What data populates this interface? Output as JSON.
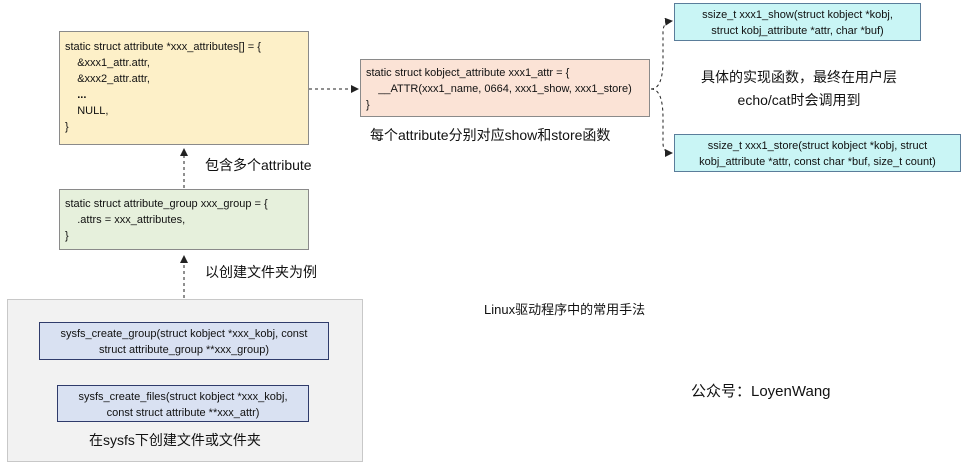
{
  "attributes_box": {
    "lines": [
      "static struct attribute *xxx_attributes[] = {",
      "    &xxx1_attr.attr,",
      "    &xxx2_attr.attr,",
      "    ...",
      "    NULL,",
      "}"
    ]
  },
  "group_box": {
    "lines": [
      "static struct attribute_group xxx_group = {",
      "    .attrs = xxx_attributes,",
      "}"
    ]
  },
  "kobj_attr_box": {
    "lines": [
      "static struct kobject_attribute xxx1_attr = {",
      "    __ATTR(xxx1_name, 0664, xxx1_show, xxx1_store)",
      "}"
    ]
  },
  "show_box": {
    "lines": [
      "ssize_t xxx1_show(struct kobject *kobj,",
      "struct kobj_attribute *attr, char *buf)"
    ]
  },
  "store_box": {
    "lines": [
      "ssize_t xxx1_store(struct kobject *kobj, struct",
      "kobj_attribute *attr, const char *buf, size_t count)"
    ]
  },
  "create_group_box": {
    "lines": [
      "sysfs_create_group(struct kobject *xxx_kobj, const",
      "struct attribute_group **xxx_group)"
    ]
  },
  "create_files_box": {
    "lines": [
      "sysfs_create_files(struct kobject *xxx_kobj,",
      "const struct attribute **xxx_attr)"
    ]
  },
  "labels": {
    "contains_multiple": "包含多个attribute",
    "create_folder_example": "以创建文件夹为例",
    "show_store_mapping": "每个attribute分别对应show和store函数",
    "impl_line1": "具体的实现函数，最终在用户层",
    "impl_line2": "echo/cat时会调用到",
    "linux_driver_method": "Linux驱动程序中的常用手法",
    "official_account": "公众号：LoyenWang",
    "sysfs_panel_caption": "在sysfs下创建文件或文件夹"
  },
  "colors": {
    "yellow_fill": "#fdf0c8",
    "green_fill": "#e6f0dc",
    "peach_fill": "#fbe3d6",
    "cyan_fill": "#c9f5f5",
    "blue_fill": "#d9e1f2",
    "panel_fill": "#f2f2f2"
  }
}
